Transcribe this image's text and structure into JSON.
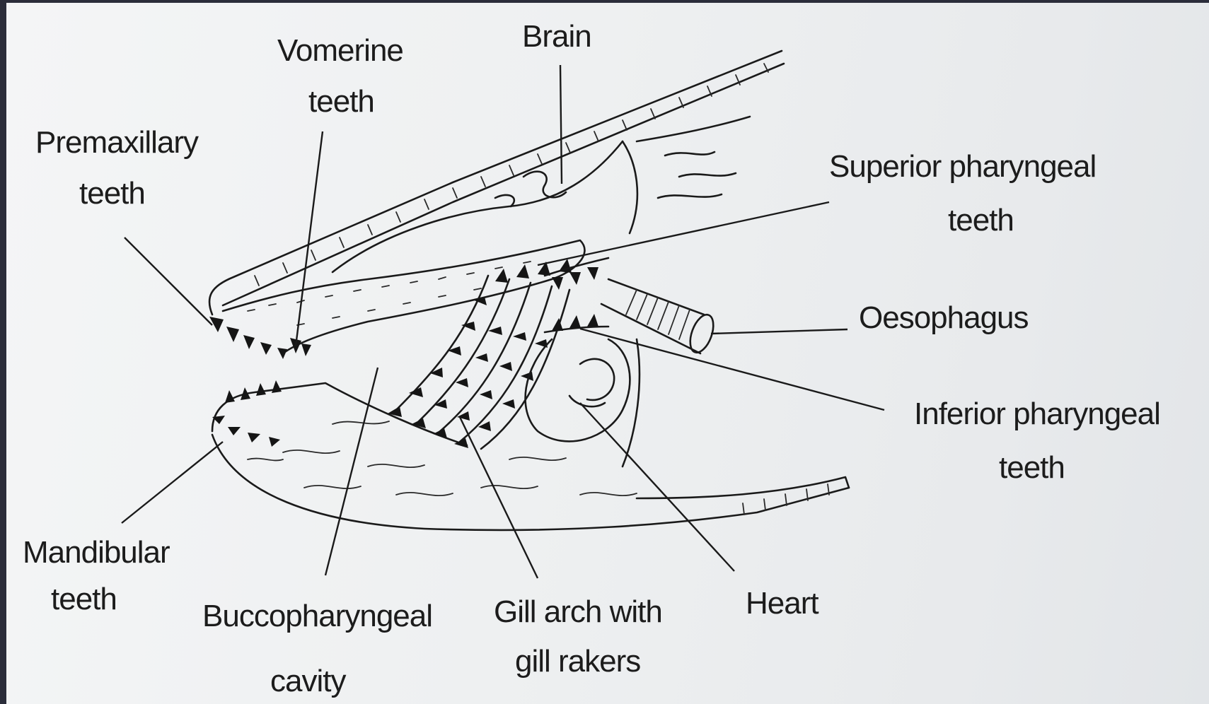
{
  "labels": {
    "brain": "Brain",
    "vomerine_1": "Vomerine",
    "vomerine_2": "teeth",
    "premaxillary_1": "Premaxillary",
    "premaxillary_2": "teeth",
    "superior_1": "Superior pharyngeal",
    "superior_2": "teeth",
    "oesophagus": "Oesophagus",
    "inferior_1": "Inferior pharyngeal",
    "inferior_2": "teeth",
    "mandibular_1": "Mandibular",
    "mandibular_2": "teeth",
    "buccal_1": "Buccopharyngeal",
    "buccal_2": "cavity",
    "gill_1": "Gill arch with",
    "gill_2": "gill rakers",
    "heart": "Heart"
  }
}
